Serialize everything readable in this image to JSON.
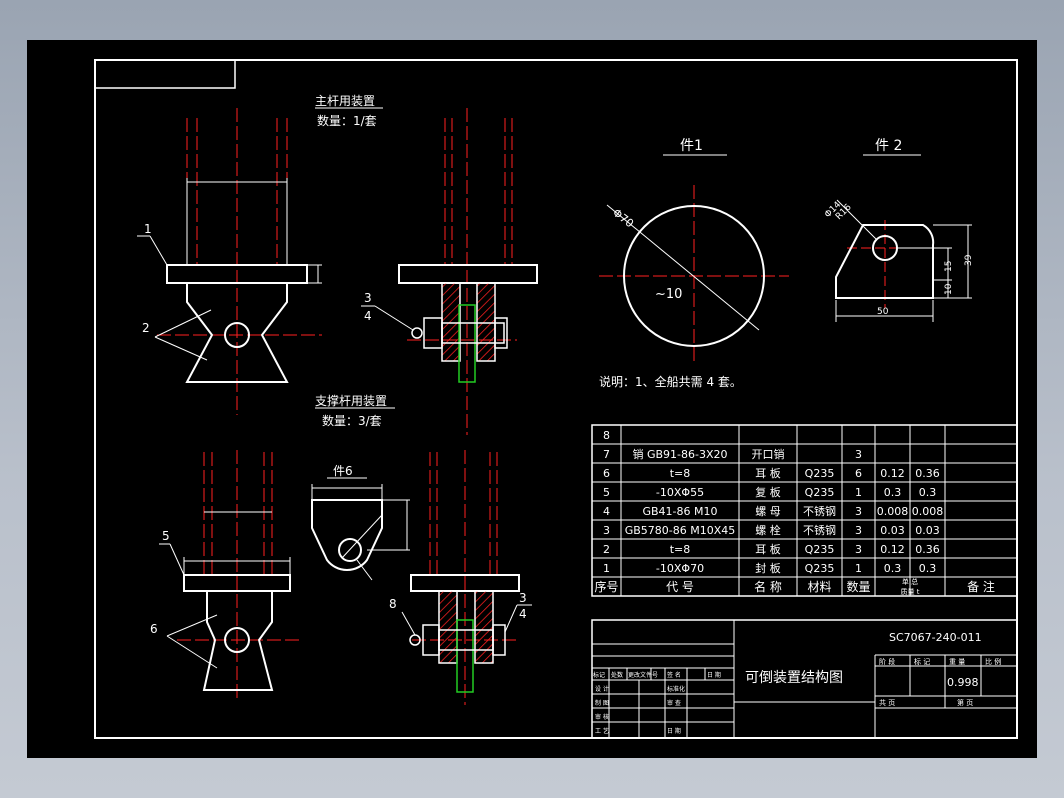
{
  "colors": {
    "background": "#000000",
    "outline": "#ffffff",
    "centerline": "#ff2020",
    "hatch": "#ff2020",
    "pin": "#22cc22"
  },
  "views": {
    "main_rod_title": "主杆用装置",
    "main_rod_qty": "数量：1/套",
    "support_rod_title": "支撑杆用装置",
    "support_rod_qty": "数量：3/套"
  },
  "parts": {
    "part1_title": "件1",
    "part2_title": "件 2",
    "part6_title": "件6"
  },
  "dims": {
    "d70": "Φ70",
    "tilde10": "~10",
    "d14": "Φ14",
    "r16": "R16",
    "h15": "15",
    "h39": "39",
    "h10": "10",
    "w50": "50"
  },
  "balloons": {
    "b1": "1",
    "b2": "2",
    "b3a": "3",
    "b4a": "4",
    "b5": "5",
    "b6": "6",
    "b8": "8",
    "b3b": "3",
    "b4b": "4"
  },
  "note": "说明：1、全船共需 4  套。",
  "bom": {
    "rows": [
      {
        "no": "8",
        "code": "",
        "name": "",
        "material": "",
        "qty": "",
        "unit_w": "",
        "total_w": "",
        "remark": ""
      },
      {
        "no": "7",
        "code": "销 GB91-86-3X20",
        "name": "开口销",
        "material": "",
        "qty": "3",
        "unit_w": "",
        "total_w": "",
        "remark": ""
      },
      {
        "no": "6",
        "code": "t=8",
        "name": "耳  板",
        "material": "Q235",
        "qty": "6",
        "unit_w": "0.12",
        "total_w": "0.36",
        "remark": ""
      },
      {
        "no": "5",
        "code": "-10XΦ55",
        "name": "复  板",
        "material": "Q235",
        "qty": "1",
        "unit_w": "0.3",
        "total_w": "0.3",
        "remark": ""
      },
      {
        "no": "4",
        "code": "GB41-86  M10",
        "name": "螺  母",
        "material": "不锈钢",
        "qty": "3",
        "unit_w": "0.008",
        "total_w": "0.008",
        "remark": ""
      },
      {
        "no": "3",
        "code": "GB5780-86 M10X45",
        "name": "螺  栓",
        "material": "不锈钢",
        "qty": "3",
        "unit_w": "0.03",
        "total_w": "0.03",
        "remark": ""
      },
      {
        "no": "2",
        "code": "t=8",
        "name": "耳  板",
        "material": "Q235",
        "qty": "3",
        "unit_w": "0.12",
        "total_w": "0.36",
        "remark": ""
      },
      {
        "no": "1",
        "code": "-10XΦ70",
        "name": "封  板",
        "material": "Q235",
        "qty": "1",
        "unit_w": "0.3",
        "total_w": "0.3",
        "remark": ""
      }
    ],
    "header": {
      "no": "序号",
      "code": "代      号",
      "name": "名  称",
      "material": "材料",
      "qty": "数量",
      "weight_top": "单     总",
      "weight_sub": "质量    t",
      "remark": "备  注"
    }
  },
  "title_block": {
    "drawing_no": "SC7067-240-011",
    "drawing_title": "可倒装置结构图",
    "weight": "0.998",
    "rev_header": [
      "标记",
      "处数",
      "更改文件号",
      "签 名",
      "日 期"
    ],
    "rows": [
      [
        "设  计",
        "",
        "标准化",
        ""
      ],
      [
        "制  图",
        "",
        "审  查",
        ""
      ],
      [
        "审  核",
        "",
        "",
        ""
      ],
      [
        "工  艺",
        "",
        "日  期",
        ""
      ]
    ],
    "stage_header": [
      "阶 段",
      "标 记",
      "重 量",
      "比 例"
    ],
    "sheet_label_a": "共    页",
    "sheet_label_b": "第    页"
  }
}
